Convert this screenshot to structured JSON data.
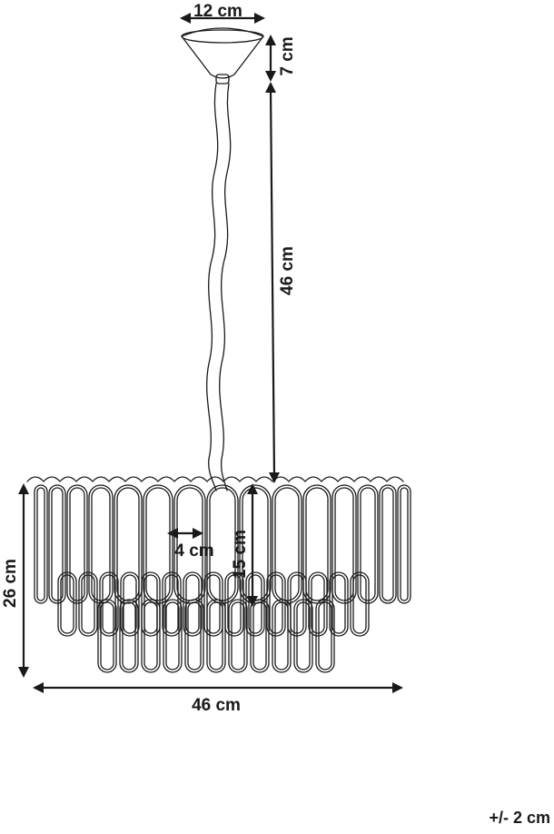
{
  "dimensions": {
    "canopy_width": "12 cm",
    "canopy_height": "7 cm",
    "cord_length": "46 cm",
    "total_height": "26 cm",
    "tier_height": "15 cm",
    "element_width": "4 cm",
    "diameter": "46 cm",
    "tolerance": "+/- 2 cm"
  },
  "colors": {
    "line": "#1a1a1a",
    "background": "#ffffff"
  }
}
